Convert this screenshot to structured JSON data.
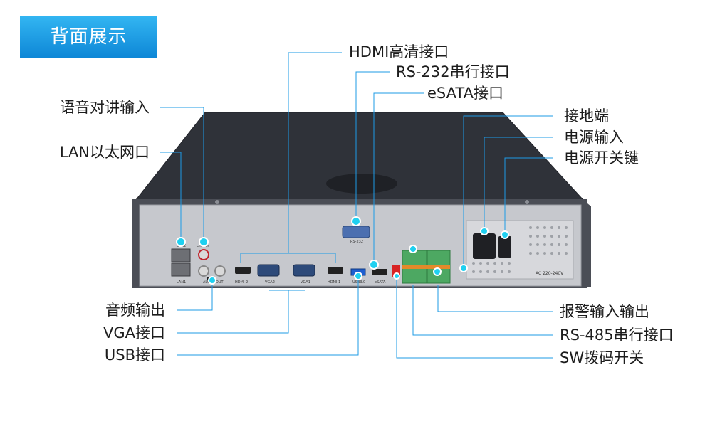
{
  "header": {
    "title": "背面展示"
  },
  "labels": {
    "hdmi": "HDMI高清接口",
    "rs232": "RS-232串行接口",
    "esata": "eSATA接口",
    "audio_in": "语音对讲输入",
    "lan": "LAN以太网口",
    "ground": "接地端",
    "power_in": "电源输入",
    "power_switch": "电源开关键",
    "audio_out": "音频输出",
    "vga": "VGA接口",
    "usb": "USB接口",
    "alarm": "报警输入输出",
    "rs485": "RS-485串行接口",
    "sw": "SW拨码开关"
  },
  "panel_text": {
    "lan2": "LAN2",
    "line_in": "LINE IN",
    "lan1": "LAN1",
    "audio_out": "AUDIO OUT",
    "hdmi2": "HDMI 2",
    "vga2": "VGA2",
    "vga1": "VGA1",
    "hdmi1": "HDMI 1",
    "usb30": "USB3.0",
    "esata": "eSATA",
    "rs232": "RS-232",
    "ac": "AC 220-240V"
  },
  "colors": {
    "accent": "#1fa6ea",
    "line": "#1c9be6",
    "body": "#3a3d45",
    "panel": "#c9cbd0"
  }
}
